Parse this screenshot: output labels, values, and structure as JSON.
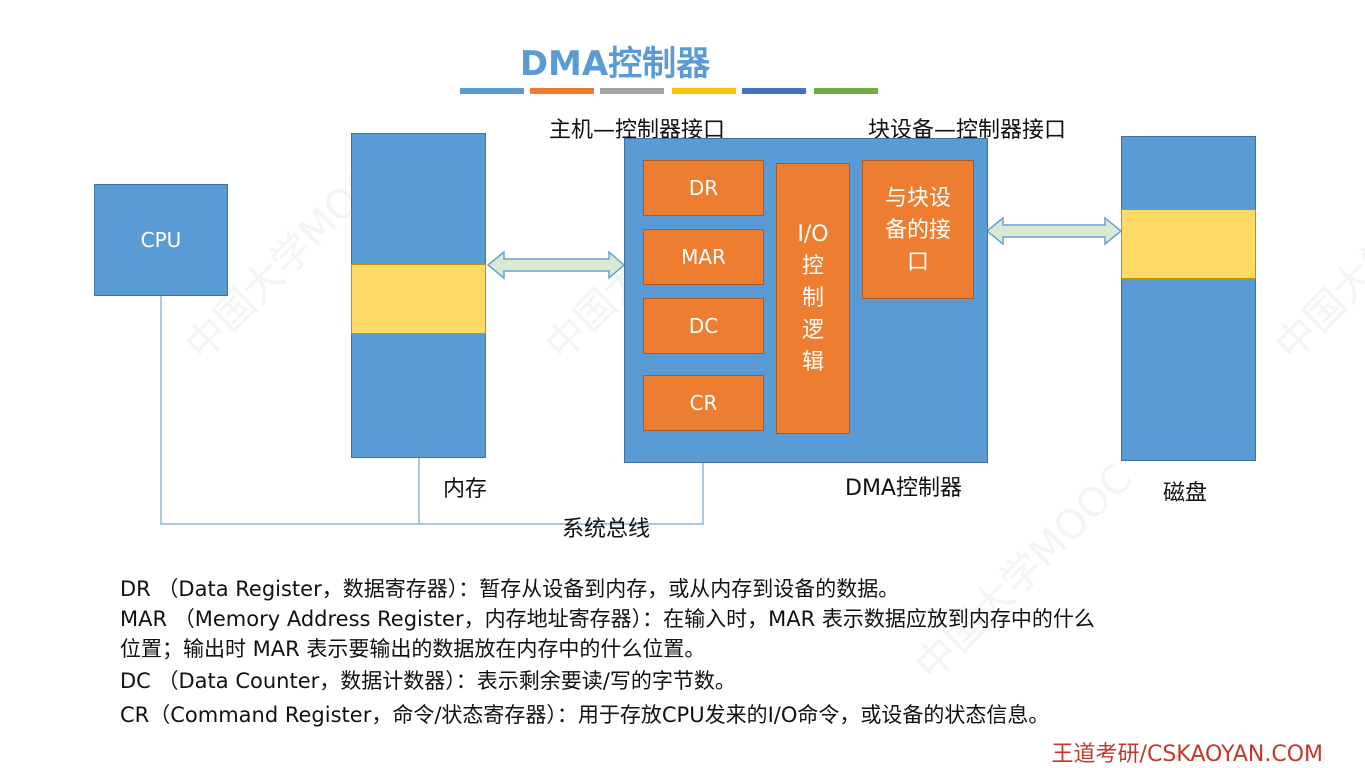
{
  "title": "DMA控制器",
  "stripes": [
    "#5B9BD5",
    "#ED7D31",
    "#A5A5A5",
    "#FFC000",
    "#4472C4",
    "#70AD47"
  ],
  "labels": {
    "host_interface": "主机—控制器接口",
    "device_interface": "块设备—控制器接口",
    "memory": "内存",
    "dma_controller": "DMA控制器",
    "disk": "磁盘",
    "system_bus": "系统总线"
  },
  "boxes": {
    "cpu": "CPU",
    "dr": "DR",
    "mar": "MAR",
    "dc": "DC",
    "cr": "CR",
    "io_logic": [
      "I/O",
      "控",
      "制",
      "逻",
      "辑"
    ],
    "device_port": [
      "与块设",
      "备的接",
      "口"
    ]
  },
  "descriptions": [
    "DR （Data Register，数据寄存器）：暂存从设备到内存，或从内存到设备的数据。",
    "MAR （Memory Address Register，内存地址寄存器）：在输入时，MAR 表示数据应放到内存中的什么",
    "位置；输出时 MAR 表示要输出的数据放在内存中的什么位置。",
    "DC （Data Counter，数据计数器）：表示剩余要读/写的字节数。",
    "CR（Command Register，命令/状态寄存器）：用于存放CPU发来的I/O命令，或设备的状态信息。"
  ],
  "brand": "王道考研/CSKAOYAN.COM",
  "watermark": "中国大学MOOC"
}
